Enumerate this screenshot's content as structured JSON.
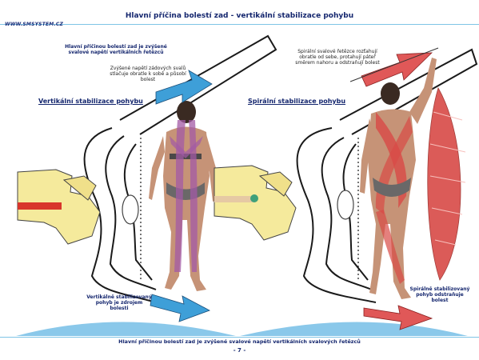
{
  "header": {
    "title": "Hlavní příčina bolestí zad - vertikální stabilizace pohybu",
    "logo_text": "WWW.SMSYSTEM.CZ"
  },
  "left_panel": {
    "heading": "Vertikální stabilizace pohybu",
    "top_note_bold": "Hlavní příčinou bolestí zad je zvýšené svalové napětí vertikálních řetězců",
    "top_note": "Zvýšené napětí zádových svalů stlačuje obratle k sobě a působí bolest",
    "bottom_note": "Vertikálně stabilizovaný pohyb je zdrojem bolesti"
  },
  "right_panel": {
    "heading": "Spirální stabilizace pohybu",
    "top_note": "Spirální svalové řetězce rozťahují obratle od sebe, protahují páteř směrem nahoru a odstraňují bolest",
    "bottom_note": "Spirálně stabilizovaný pohyb odstraňuje bolest"
  },
  "footer": {
    "caption": "Hlavní příčinou bolestí zad je zvýšené svalové napětí vertikálních svalových řetězců",
    "page_number": "- 7 -"
  },
  "colors": {
    "title_blue": "#14266e",
    "rule_blue": "#7fc4e6",
    "vertebra_yellow": "#f5ea9c",
    "disc_red": "#d8362c",
    "skin": "#c69377",
    "arrow_blue": "#3e9fd8",
    "arrow_red": "#e05858",
    "muscle_purple": "#a35aa5",
    "muscle_red": "#d84a46"
  }
}
